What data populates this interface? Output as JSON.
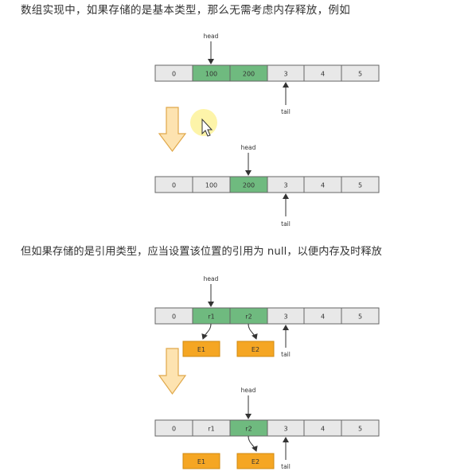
{
  "text": {
    "para1": "数组实现中，如果存储的是基本类型，那么无需考虑内存释放，例如",
    "para2": "但如果存储的是引用类型，应当设置该位置的引用为 null，以便内存及时释放"
  },
  "labels": {
    "head": "head",
    "tail": "tail"
  },
  "arrays": {
    "primitive_before": [
      "0",
      "100",
      "200",
      "3",
      "4",
      "5"
    ],
    "primitive_after": [
      "0",
      "100",
      "200",
      "3",
      "4",
      "5"
    ],
    "reference_before": [
      "0",
      "r1",
      "r2",
      "3",
      "4",
      "5"
    ],
    "reference_after": [
      "0",
      "r1",
      "r2",
      "3",
      "4",
      "5"
    ]
  },
  "objects": {
    "e1": "E1",
    "e2": "E2"
  },
  "colors": {
    "green_cell": "#6fba7f",
    "gray_cell": "#e8e8e8",
    "cell_border": "#666666",
    "object_box": "#f5a623",
    "object_border": "#d08a10",
    "down_arrow_fill": "#fde3b0",
    "down_arrow_stroke": "#e0a84a",
    "cursor_highlight": "#fdf29a"
  }
}
